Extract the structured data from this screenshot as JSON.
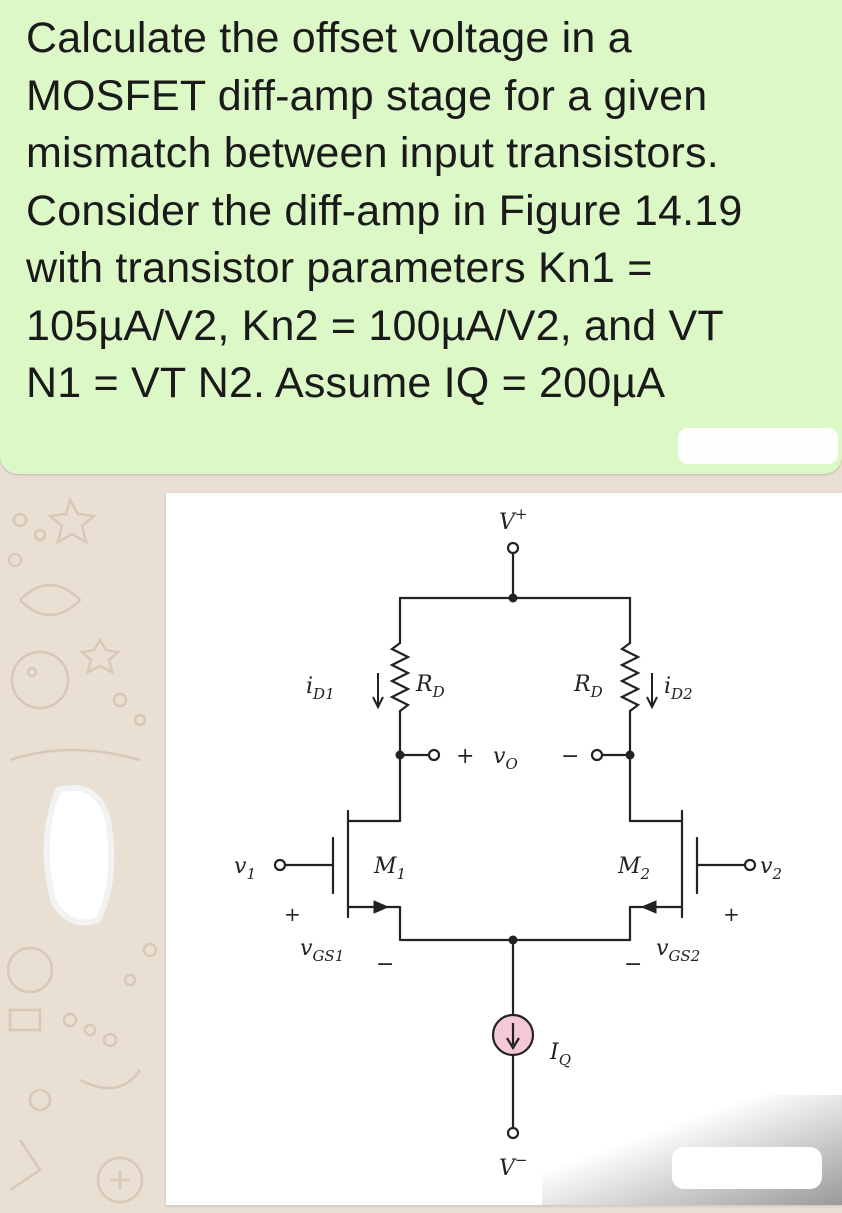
{
  "message": {
    "lines": [
      "Calculate the offset voltage in a",
      "MOSFET diff-amp stage for a given",
      "mismatch between input transistors.",
      "Consider the diff-amp in Figure 14.19",
      "with transistor parameters Kn1 =",
      "105µA/V2, Kn2 = 100µA/V2, and VT",
      "N1 = VT N2. Assume IQ = 200µA"
    ]
  },
  "figure": {
    "v_plus": "V",
    "v_plus_sup": "+",
    "v_minus": "V",
    "v_minus_sup": "−",
    "rd_left": "R",
    "rd_left_sub": "D",
    "rd_right": "R",
    "rd_right_sub": "D",
    "id1": "i",
    "id1_sub": "D1",
    "id2": "i",
    "id2_sub": "D2",
    "vo_plus": "+",
    "vo": "v",
    "vo_sub": "O",
    "vo_minus": "−",
    "m1": "M",
    "m1_sub": "1",
    "m2": "M",
    "m2_sub": "2",
    "v1": "v",
    "v1_sub": "1",
    "v2": "v",
    "v2_sub": "2",
    "vgs1": "v",
    "vgs1_sub": "GS1",
    "vgs2": "v",
    "vgs2_sub": "GS2",
    "vgs1_plus": "+",
    "vgs1_minus": "−",
    "vgs2_plus": "+",
    "vgs2_minus": "−",
    "iq": "I",
    "iq_sub": "Q",
    "source_fill": "#f4c9d6"
  }
}
